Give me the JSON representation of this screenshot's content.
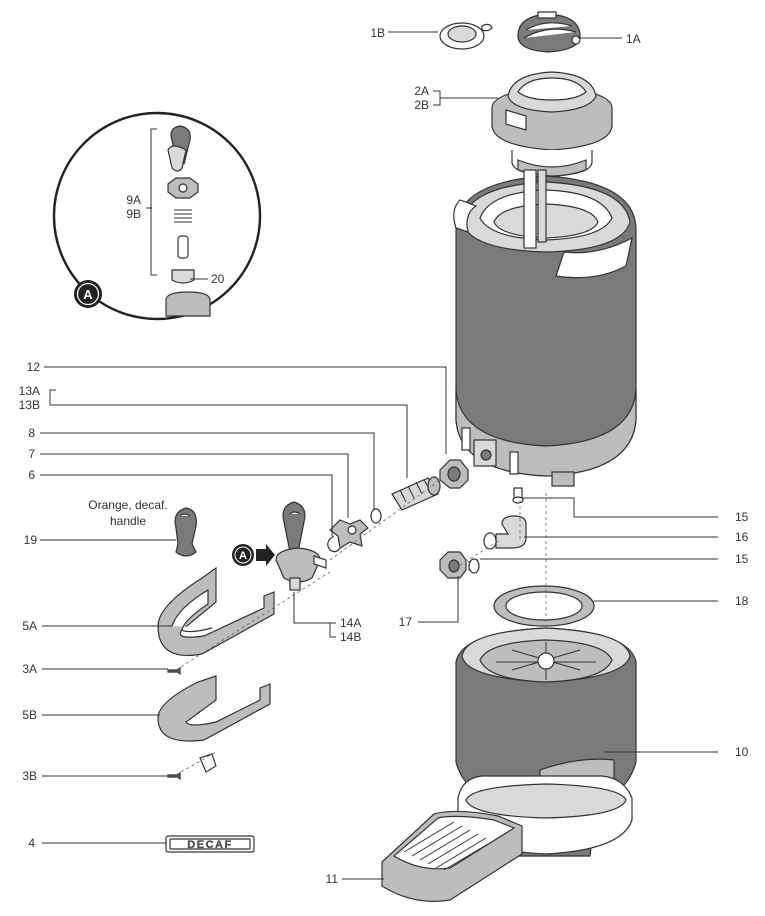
{
  "callouts": {
    "c1B": "1B",
    "c1A": "1A",
    "c2A": "2A",
    "c2B": "2B",
    "c9A": "9A",
    "c9B": "9B",
    "c20": "20",
    "c12": "12",
    "c13A": "13A",
    "c13B": "13B",
    "c8": "8",
    "c7": "7",
    "c6": "6",
    "c19": "19",
    "c5A": "5A",
    "c3A": "3A",
    "c5B": "5B",
    "c3B": "3B",
    "c4": "4",
    "c14A": "14A",
    "c14B": "14B",
    "c15a": "15",
    "c16": "16",
    "c15b": "15",
    "c17": "17",
    "c18": "18",
    "c10": "10",
    "c11": "11"
  },
  "notes": {
    "handle_line1": "Orange, decaf.",
    "handle_line2": "handle"
  },
  "detail": {
    "marker": "A"
  },
  "decaf_plate": "DECAF",
  "colors": {
    "line": "#333333",
    "fill_dark": "#7a7a7a",
    "fill_mid": "#bdbdbd",
    "fill_light": "#d9d9d9"
  }
}
